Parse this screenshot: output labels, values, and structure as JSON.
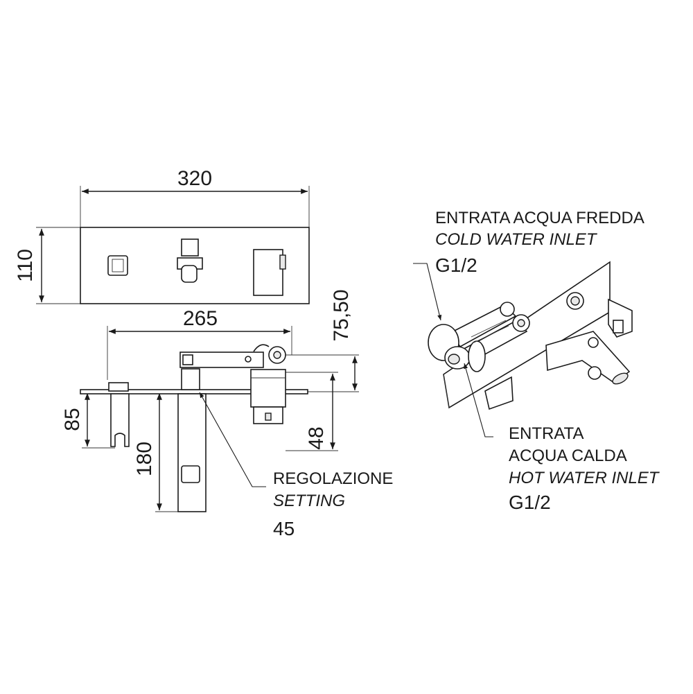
{
  "dimensions": {
    "plate_width": "320",
    "plate_height": "110",
    "spout_projection": "265",
    "handle_offset": "75,50",
    "holder_depth": "85",
    "body_depth": "180",
    "cartridge_depth": "48"
  },
  "labels": {
    "cold_inlet": {
      "it": "ENTRATA ACQUA FREDDA",
      "en": "COLD WATER INLET",
      "thread": "G1/2"
    },
    "hot_inlet": {
      "it_line1": "ENTRATA",
      "it_line2": "ACQUA CALDA",
      "en": "HOT WATER INLET",
      "thread": "G1/2"
    },
    "setting": {
      "it": "REGOLAZIONE",
      "en": "SETTING",
      "value": "45"
    }
  }
}
